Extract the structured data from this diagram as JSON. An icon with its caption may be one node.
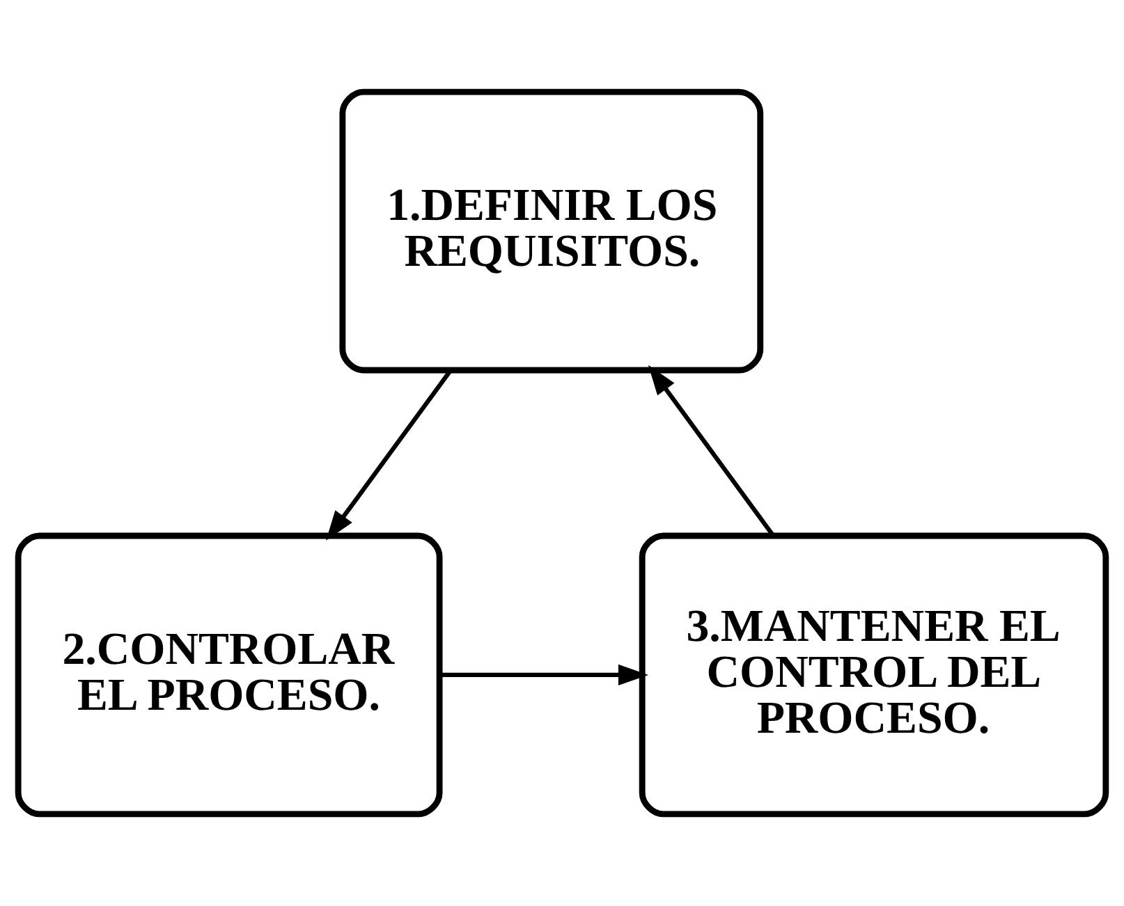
{
  "diagram": {
    "nodes": [
      {
        "text": [
          "1.DEFINIR LOS REQUISITOS."
        ]
      },
      {
        "text": [
          "2.CONTROLAR EL PROCESO."
        ]
      },
      {
        "text": [
          "3.MANTENER EL CONTROL DEL PROCESO."
        ]
      }
    ],
    "edges": [
      {
        "from": 0,
        "to": 1,
        "arrow": "to"
      },
      {
        "from": 1,
        "to": 2,
        "arrow": "to"
      },
      {
        "from": 2,
        "to": 0,
        "arrow": "to"
      }
    ]
  }
}
